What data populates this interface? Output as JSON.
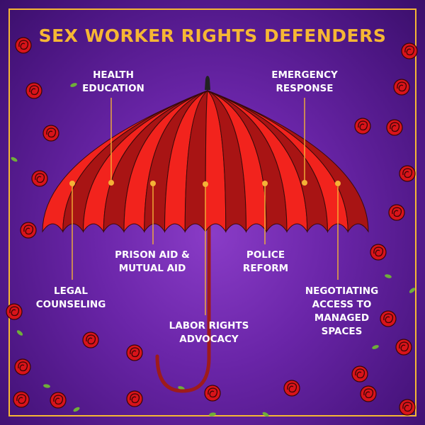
{
  "title": "SEX WORKER RIGHTS DEFENDERS",
  "colors": {
    "background": "#6a25a8",
    "title": "#f6b734",
    "frame": "#f6b734",
    "umbrella_light": "#f2231d",
    "umbrella_dark": "#a81414",
    "handle": "#9e1b1b",
    "dots": "#f4b236",
    "label_text": "#ffffff"
  },
  "labels": {
    "health_education": [
      "HEALTH",
      "EDUCATION"
    ],
    "emergency_response": [
      "EMERGENCY",
      "RESPONSE"
    ],
    "prison_aid": [
      "PRISON AID &",
      "MUTUAL AID"
    ],
    "police_reform": [
      "POLICE",
      "REFORM"
    ],
    "legal_counseling": [
      "LEGAL",
      "COUNSELING"
    ],
    "negotiating_access": [
      "NEGOTIATING",
      "ACCESS TO",
      "MANAGED",
      "SPACES"
    ],
    "labor_rights": [
      "LABOR RIGHTS",
      "ADVOCACY"
    ]
  },
  "decorations": {
    "flower_icon": "red-rose-icon",
    "leaf_icon": "green-leaf-icon"
  }
}
